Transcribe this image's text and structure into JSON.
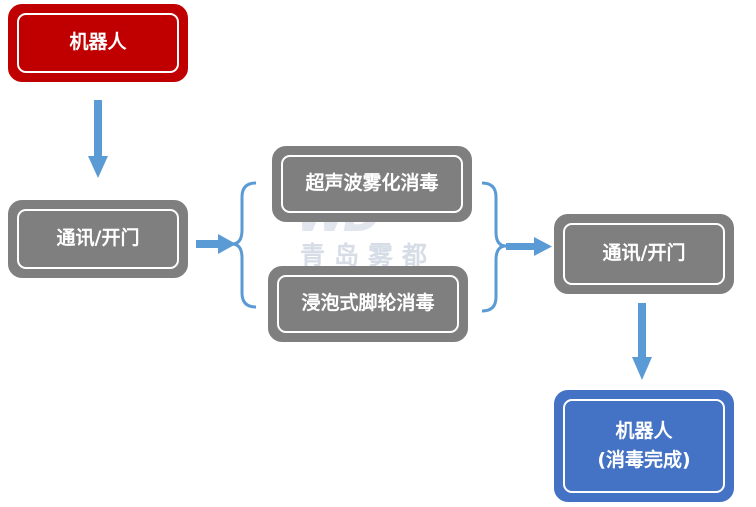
{
  "diagram": {
    "watermark_logo": "WD",
    "watermark_text": "青岛雾都",
    "nodes": {
      "robot_start": "机器人",
      "comm_open_1": "通讯/开门",
      "ultrasonic": "超声波雾化消毒",
      "foam_wheel": "浸泡式脚轮消毒",
      "comm_open_2": "通讯/开门",
      "robot_end_line1": "机器人",
      "robot_end_line2": "(消毒完成)"
    },
    "colors": {
      "start": "#c00000",
      "step": "#7f7f7f",
      "end": "#4472c4",
      "arrow": "#5b9bd5"
    }
  }
}
